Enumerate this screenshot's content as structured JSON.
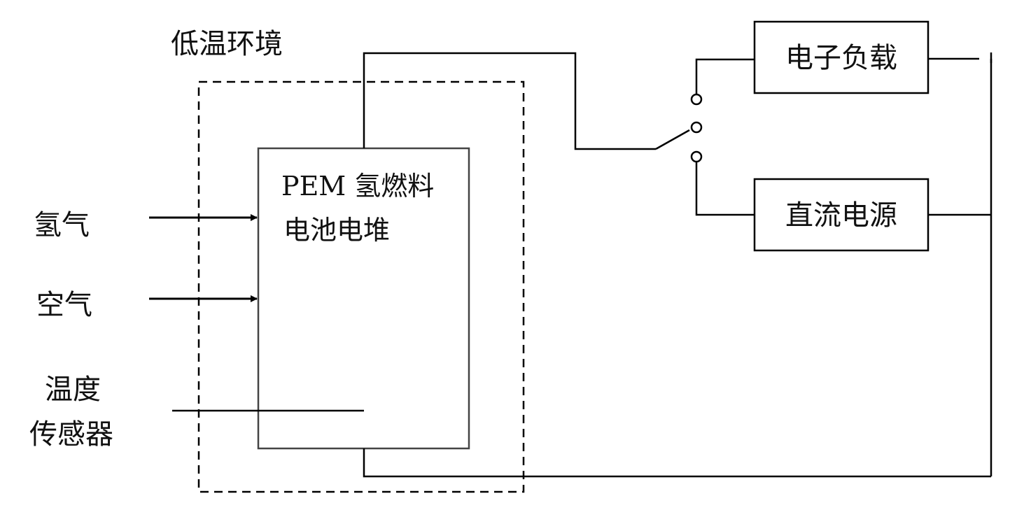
{
  "environment_label": "低温环境",
  "stack_label": {
    "line1": "PEM 氢燃料",
    "line2": "电池电堆"
  },
  "inputs": {
    "hydrogen": "氢气",
    "air": "空气",
    "temp_sensor": {
      "line1": "温度",
      "line2": "传感器"
    }
  },
  "electronic_load_label": "电子负载",
  "dc_supply_label": "直流电源"
}
